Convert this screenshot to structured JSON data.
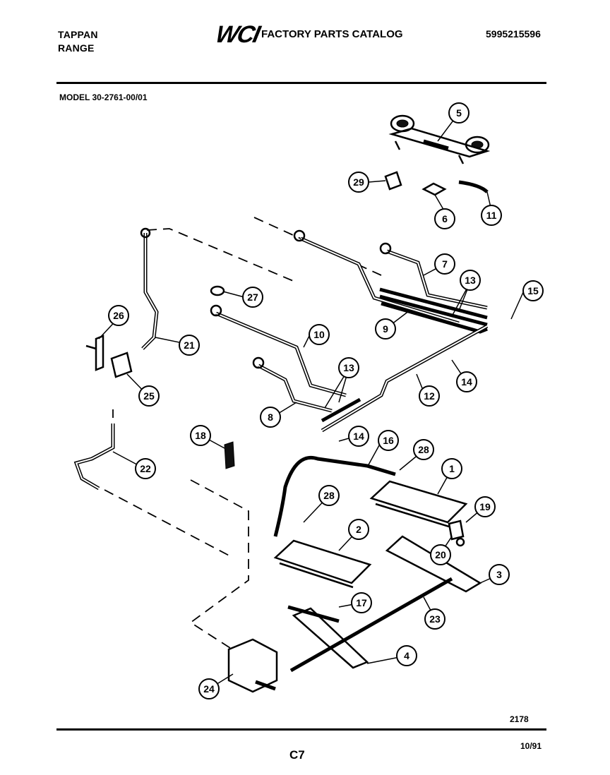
{
  "header": {
    "brand_line1": "TAPPAN",
    "brand_line2": "RANGE",
    "logo": "WCI",
    "catalog_title": "FACTORY PARTS CATALOG",
    "catalog_number": "5995215596"
  },
  "model": "MODEL 30-2761-00/01",
  "footer": {
    "figure_number": "2178",
    "page": "C7",
    "date": "10/91"
  },
  "callouts": [
    "1",
    "2",
    "3",
    "4",
    "5",
    "6",
    "7",
    "8",
    "9",
    "10",
    "11",
    "12",
    "13",
    "13",
    "14",
    "14",
    "15",
    "16",
    "17",
    "18",
    "19",
    "20",
    "21",
    "22",
    "23",
    "24",
    "25",
    "26",
    "27",
    "28",
    "28",
    "29"
  ]
}
